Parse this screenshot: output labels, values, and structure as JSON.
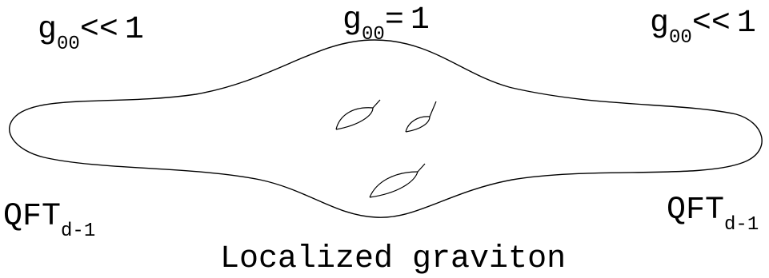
{
  "labels": {
    "top_left": {
      "symbol": "g",
      "subscript": "00",
      "relation": "<<",
      "value": "1"
    },
    "top_center": {
      "symbol": "g",
      "subscript": "00",
      "relation": "=",
      "value": "1"
    },
    "top_right": {
      "symbol": "g",
      "subscript": "00",
      "relation": "<<",
      "value": "1"
    },
    "bottom_left": {
      "text": "QFT",
      "subscript": "d-1"
    },
    "bottom_right": {
      "text": "QFT",
      "subscript": "d-1"
    }
  },
  "caption": "Localized graviton"
}
